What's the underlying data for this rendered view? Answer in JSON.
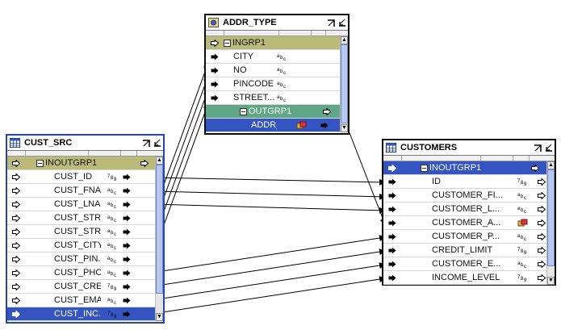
{
  "colors": {
    "group": "#bbba79",
    "outgroup": "#5fa785",
    "selected": "#3354c1",
    "wire": "#000000"
  },
  "operators": {
    "cust_src": {
      "title": "CUST_SRC",
      "rows": [
        {
          "name": "INOUTGRP1",
          "type": "group"
        },
        {
          "name": "CUST_ID",
          "dt": "789"
        },
        {
          "name": "CUST_FNA...",
          "dt": "abc"
        },
        {
          "name": "CUST_LNA...",
          "dt": "abc"
        },
        {
          "name": "CUST_STR...",
          "dt": "abc"
        },
        {
          "name": "CUST_STR...",
          "dt": "abc"
        },
        {
          "name": "CUST_CITY",
          "dt": "abc"
        },
        {
          "name": "CUST_PIN...",
          "dt": "abc"
        },
        {
          "name": "CUST_PHO...",
          "dt": "abc"
        },
        {
          "name": "CUST_CRE...",
          "dt": "789"
        },
        {
          "name": "CUST_EMAIL",
          "dt": "abc"
        },
        {
          "name": "CUST_INC...",
          "dt": "789",
          "selected": true
        }
      ]
    },
    "addr_type": {
      "title": "ADDR_TYPE",
      "rows": [
        {
          "name": "INGRP1",
          "type": "group"
        },
        {
          "name": "CITY",
          "dt": "abc"
        },
        {
          "name": "NO",
          "dt": "abc"
        },
        {
          "name": "PINCODE",
          "dt": "abc"
        },
        {
          "name": "STREET...",
          "dt": "abc"
        },
        {
          "name": "OUTGRP1",
          "type": "outgroup"
        },
        {
          "name": "ADDR_T...",
          "dt": "obj",
          "selected": true
        }
      ]
    },
    "customers": {
      "title": "CUSTOMERS",
      "rows": [
        {
          "name": "INOUTGRP1",
          "type": "group",
          "selected": true
        },
        {
          "name": "ID",
          "dt": "789"
        },
        {
          "name": "CUSTOMER_FI...",
          "dt": "abc"
        },
        {
          "name": "CUSTOMER_L...",
          "dt": "abc"
        },
        {
          "name": "CUSTOMER_A...",
          "dt": "obj"
        },
        {
          "name": "CUSTOMER_P...",
          "dt": "abc"
        },
        {
          "name": "CREDIT_LIMIT",
          "dt": "789"
        },
        {
          "name": "CUSTOMER_E...",
          "dt": "abc"
        },
        {
          "name": "INCOME_LEVEL",
          "dt": "789"
        }
      ]
    }
  }
}
